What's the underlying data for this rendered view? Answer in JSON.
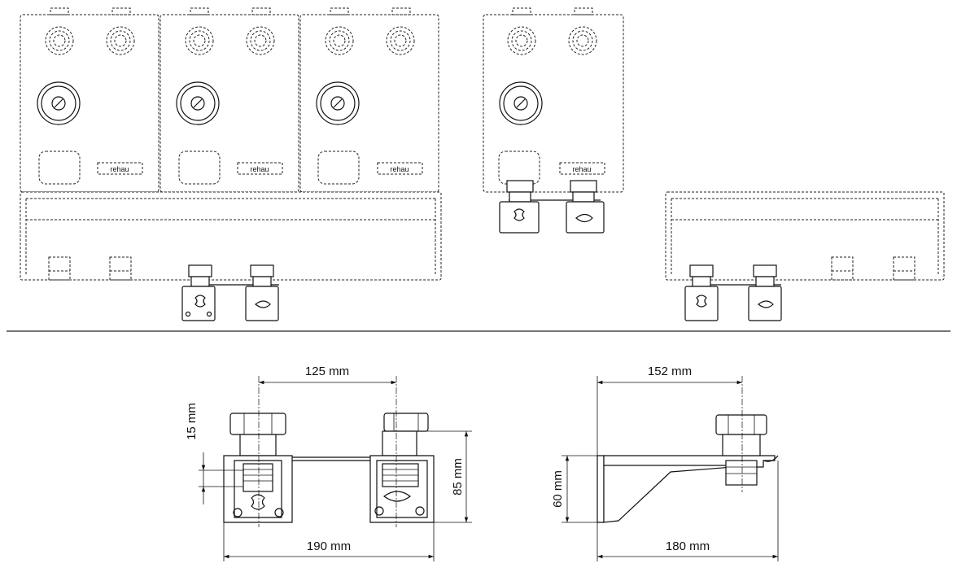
{
  "dimensions": {
    "front_width_top": "125 mm",
    "front_height_top": "15 mm",
    "front_height_right": "85 mm",
    "front_width_bottom": "190 mm",
    "side_width_top": "152 mm",
    "side_height_left": "60 mm",
    "side_width_bottom": "180 mm"
  },
  "module_brand_label": "rehau"
}
